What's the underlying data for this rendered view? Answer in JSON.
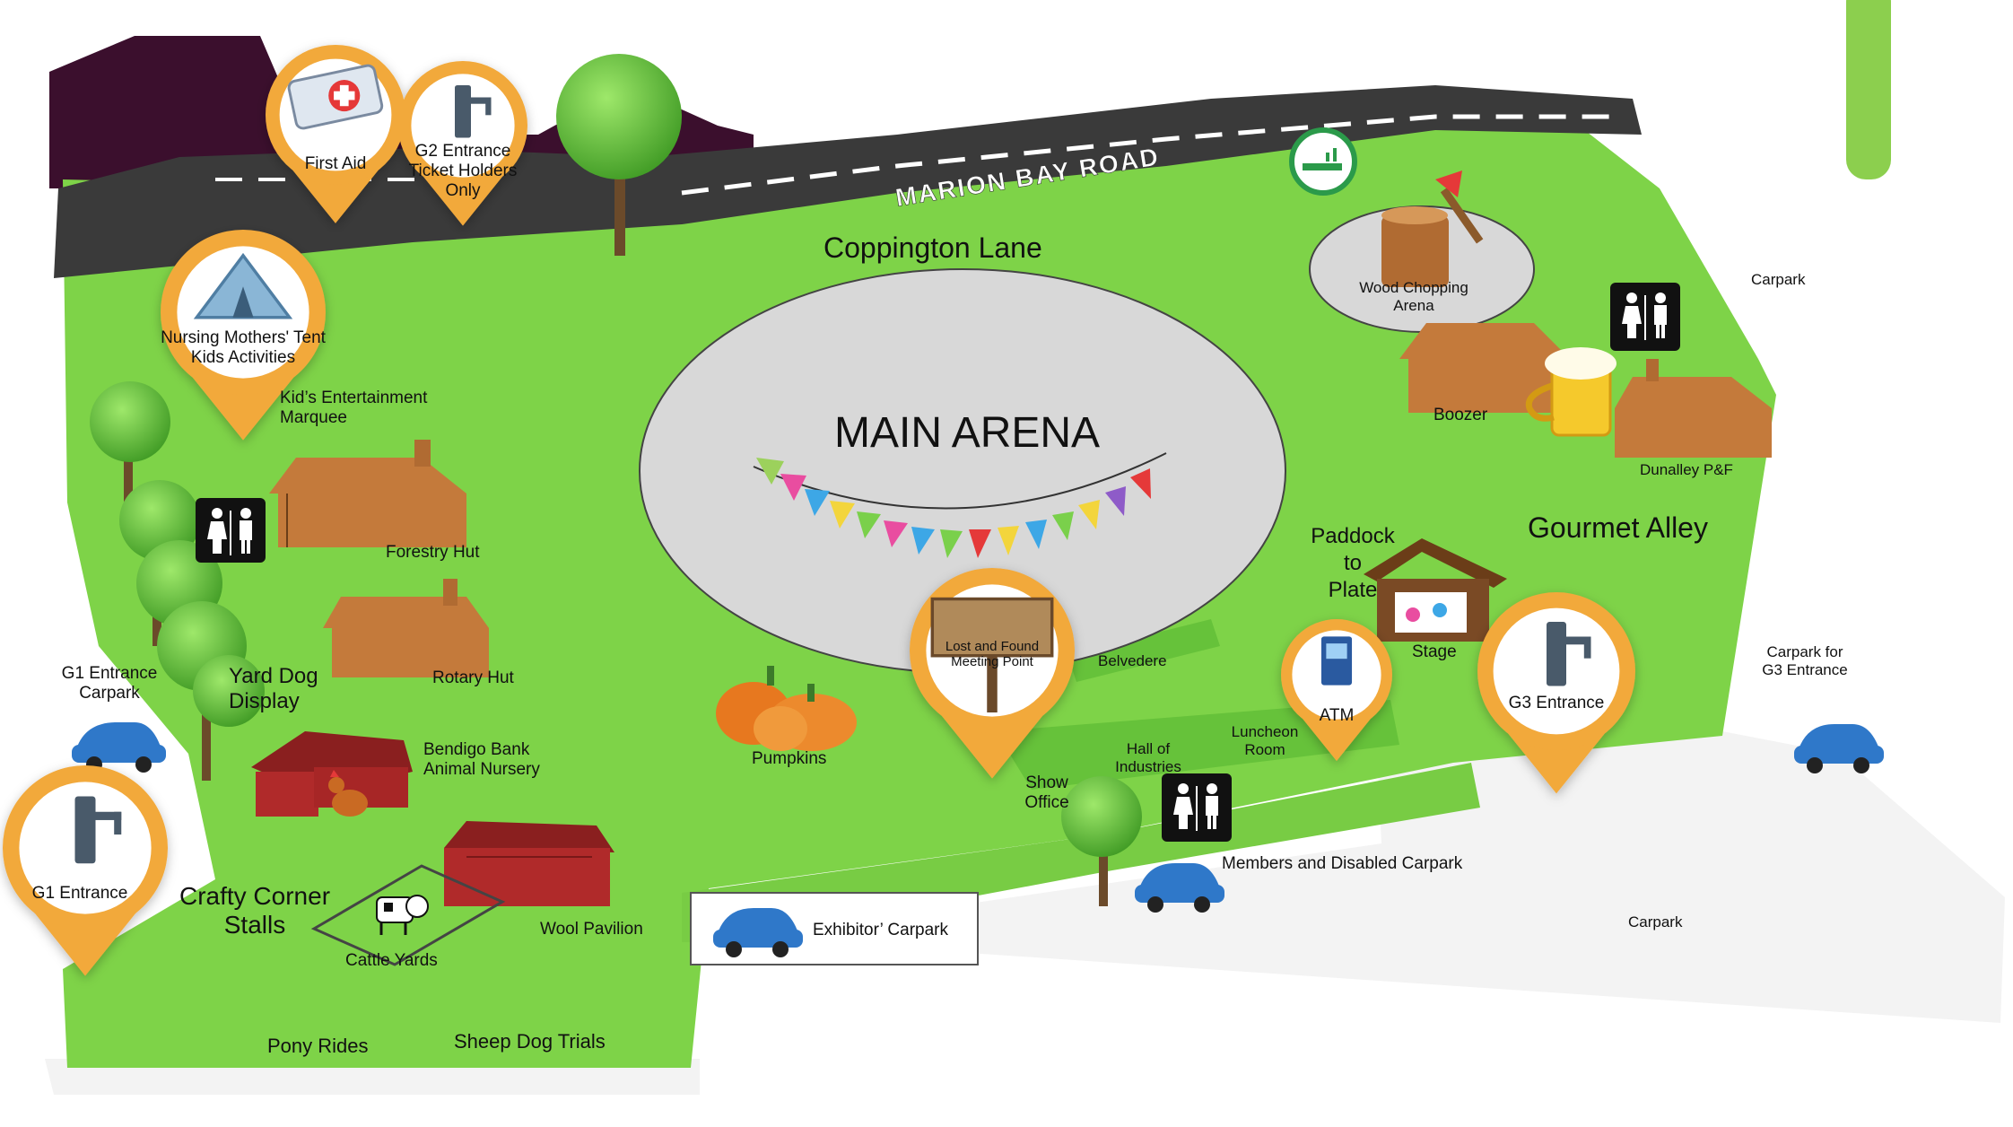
{
  "map": {
    "roads": {
      "main_road": "MARION BAY ROAD",
      "lane": "Coppington Lane"
    },
    "arena": {
      "title": "MAIN ARENA"
    },
    "places": {
      "kids_marquee": "Kid’s Entertainment\nMarquee",
      "forestry_hut": "Forestry Hut",
      "rotary_hut": "Rotary Hut",
      "yard_dog": "Yard Dog\nDisplay",
      "bendigo": "Bendigo Bank\nAnimal Nursery",
      "g1_carpark": "G1 Entrance\nCarpark",
      "crafty": "Crafty Corner\nStalls",
      "cattle": "Cattle Yards",
      "wool": "Wool Pavilion",
      "pony": "Pony Rides",
      "sheep": "Sheep Dog Trials",
      "exhibitor": "Exhibitor’ Carpark",
      "pumpkins": "Pumpkins",
      "belvedere": "Belvedere",
      "show_office": "Show\nOffice",
      "hall": "Hall of\nIndustries",
      "luncheon": "Luncheon\nRoom",
      "members": "Members and Disabled Carpark",
      "paddock": "Paddock\nto\nPlate",
      "stage": "Stage",
      "gourmet": "Gourmet Alley",
      "boozer": "Boozer",
      "dunalley": "Dunalley P&F",
      "wood": "Wood Chopping\nArena",
      "carpark_ne": "Carpark",
      "carpark_g3": "Carpark for\nG3 Entrance",
      "carpark_s": "Carpark"
    },
    "pins": {
      "first_aid": "First Aid",
      "g2": "G2 Entrance\nTicket Holders\nOnly",
      "nursing": "Nursing Mothers' Tent\nKids Activities",
      "g1": "G1 Entrance",
      "lost": "Lost and Found\nMeeting Point",
      "atm": "ATM",
      "g3": "G3 Entrance"
    },
    "colors": {
      "grass": "#7ed348",
      "road": "#3a3a3a",
      "pin_orange": "#f2a93b",
      "roof": "#3b0f2d",
      "arena": "#d8d8d8"
    },
    "icons": [
      "first-aid-kit-icon",
      "tap-icon",
      "tent-icon",
      "wc-icon",
      "smoking-area-icon",
      "beer-icon",
      "atm-icon",
      "car-icon",
      "tree-icon",
      "pumpkin-icon",
      "cow-icon",
      "hen-icon",
      "axe-icon",
      "bunting-icon",
      "signpost-icon"
    ]
  }
}
